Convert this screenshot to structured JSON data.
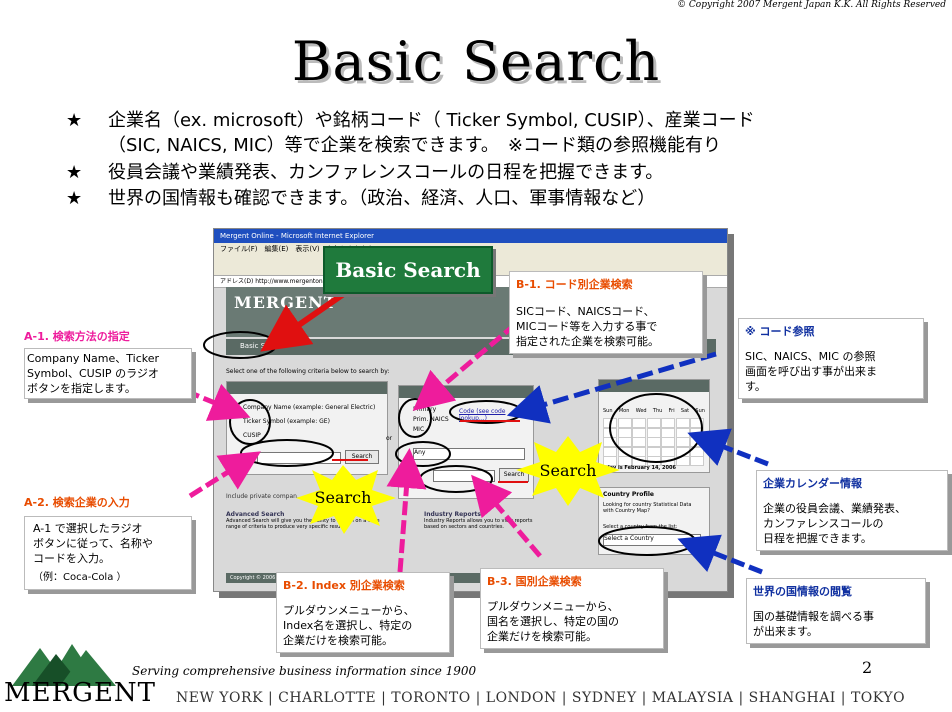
{
  "copyright": "© Copyright 2007 Mergent Japan K.K. All Rights Reserved",
  "title": "Basic Search",
  "bullets": [
    {
      "line1": "企業名（ex. microsoft）や銘柄コード（ Ticker Symbol, CUSIP）、産業コード",
      "line2": "（SIC, NAICS, MIC）等で企業を検索できます。　※コード類の参照機能有り"
    },
    {
      "line1": "役員会議や業績発表、カンファレンスコールの日程を把握できます。"
    },
    {
      "line1": "世界の国情報も確認できます。（政治、経済、人口、軍事情報など）"
    }
  ],
  "screenshot": {
    "window_title": "Mergent Online - Microsoft Internet Explorer",
    "menu": "ファイル(F)　編集(E)　表示(V)　お気に入り(A)",
    "address": "アドレス(D)  http://www.mergentonline.com/",
    "logo": "MERGENT",
    "nav_tab": "Basic Search",
    "instruction": "Select one of the following criteria below to search by:",
    "options": [
      "Company Name (example: General Electric)",
      "Ticker Symbol (example: GE)",
      "CUSIP"
    ],
    "search_btn": "Search",
    "code_options": [
      "Primary",
      "Prim. NAICS",
      "MIC"
    ],
    "code_lookup": "Code (see code lookup...)",
    "index_value": "Any",
    "or_label": "or",
    "private_label": "Include private compan...",
    "advanced_title": "Advanced Search",
    "advanced_text": "Advanced Search will give you the ability to search on a wide range of criteria to produce very specific results.",
    "industry_title": "Industry Reports",
    "industry_text": "Industry Reports allows you to view reports based on sectors and countries.",
    "calendar_days": [
      "Sun",
      "Mon",
      "Wed",
      "Thu",
      "Fri",
      "Sat",
      "Sun"
    ],
    "calendar_today": "Today is February 14, 2006",
    "country_profile_title": "Country Profile",
    "country_profile_text": "Looking for country Statistical Data with Country Map?",
    "select_country_label": "Select a country from the list:",
    "select_country": "Select a Country",
    "screen_footer": "Copyright © 2006 Mergent"
  },
  "basic_search_label": "Basic Search",
  "search_burst": "Search",
  "callouts": {
    "a1": {
      "title": "A-1. 検索方法の指定",
      "body": [
        "Company Name、Ticker",
        "Symbol、CUSIP のラジオ",
        "ボタンを指定します。"
      ]
    },
    "a2": {
      "title": "A-2. 検索企業の入力",
      "body": [
        "A-1 で選択したラジオ",
        "ボタンに従って、名称や",
        "コードを入力。",
        "（例：Coca-Cola ）"
      ]
    },
    "b1": {
      "title": "B-1. コード別企業検索",
      "body": [
        "SICコード、NAICSコード、",
        "MICコード等を入力する事で",
        "指定された企業を検索可能。"
      ]
    },
    "b2": {
      "title": "B-2. Index 別企業検索",
      "body": [
        "プルダウンメニューから、",
        "Index名を選択し、特定の",
        "企業だけを検索可能。"
      ]
    },
    "b3": {
      "title": "B-3. 国別企業検索",
      "body": [
        "プルダウンメニューから、",
        "国名を選択し、特定の国の",
        "企業だけを検索可能。"
      ]
    },
    "code": {
      "title": "※ コード参照",
      "body": [
        "SIC、NAICS、MIC の参照",
        "画面を呼び出す事が出来ま",
        "す。"
      ]
    },
    "cal": {
      "title": "企業カレンダー情報",
      "body": [
        "企業の役員会議、業績発表、",
        "カンファレンスコールの",
        "日程を把握できます。"
      ]
    },
    "country": {
      "title": "世界の国情報の閲覧",
      "body": [
        "国の基礎情報を調べる事",
        "が出来ます。"
      ]
    }
  },
  "footer": {
    "slogan": "Serving comprehensive business information since 1900",
    "brand": "MERGENT",
    "cities": "NEW YORK | CHARLOTTE | TORONTO | LONDON | SYDNEY | MALAYSIA | SHANGHAI | TOKYO",
    "page": "2"
  },
  "colors": {
    "orange": "#e84c00",
    "blue": "#1030a0",
    "pink": "#ee1c9c",
    "green": "#1f7a3c"
  }
}
